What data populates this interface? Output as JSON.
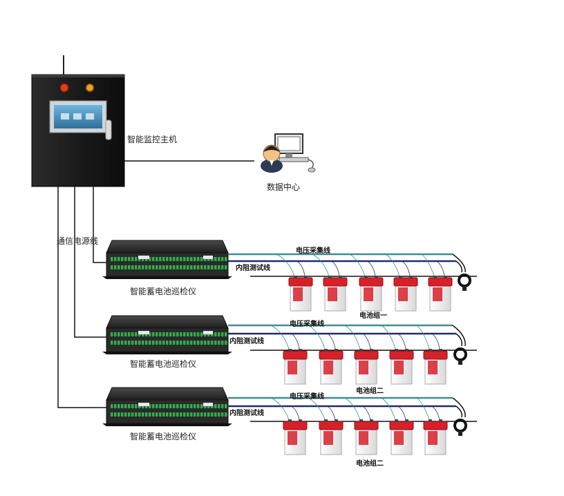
{
  "host": {
    "label": "智能监控主机"
  },
  "data_center": {
    "label": "数据中心"
  },
  "comm_power_line": {
    "label": "通信电源线"
  },
  "groups": [
    {
      "inspector_label": "智能蓄电池巡检仪",
      "voltage_line_label": "电压采集线",
      "resistance_line_label": "内阻测试线",
      "battery_group_label": "电池组一"
    },
    {
      "inspector_label": "智能蓄电池巡检仪",
      "voltage_line_label": "电压采集线",
      "resistance_line_label": "内阻测试线",
      "battery_group_label": "电池组二"
    },
    {
      "inspector_label": "智能蓄电池巡检仪",
      "voltage_line_label": "电压采集线",
      "resistance_line_label": "内阻测试线",
      "battery_group_label": "电池组二"
    }
  ],
  "colors": {
    "cabinet": "#1c1c1c",
    "screen": "#4a8fb8",
    "voltage_line": "#3a8f8f",
    "resistance_line": "#1e2a6e",
    "battery_top": "#d8202a",
    "battery_body": "#f2f2f2",
    "inspector_body": "#2a2a2a",
    "terminal": "#2fae4a"
  }
}
